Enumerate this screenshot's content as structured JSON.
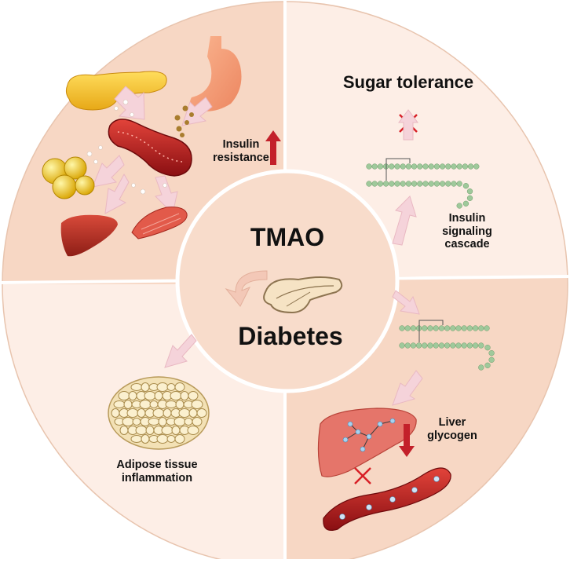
{
  "center": {
    "title": "TMAO",
    "subtitle": "Diabetes"
  },
  "quadrants": {
    "top_left": {
      "label_line1": "Insulin",
      "label_line2": "resistance",
      "arrow_direction": "up",
      "icons": [
        "pancreas-icon",
        "stomach-icon",
        "blood-vessel-icon",
        "fat-cells-icon",
        "liver-icon",
        "muscle-icon"
      ]
    },
    "top_right": {
      "heading": "Sugar tolerance",
      "label_line1": "Insulin",
      "label_line2": "signaling",
      "label_line3": "cascade",
      "blocked": true,
      "icons": [
        "protein-chain-icon",
        "blocked-cross-icon"
      ]
    },
    "bottom_right": {
      "label_line1": "Liver",
      "label_line2": "glycogen",
      "arrow_direction": "down",
      "blocked": true,
      "icons": [
        "protein-chain-icon",
        "liver-icon",
        "blood-vessel-icon",
        "blocked-cross-icon"
      ]
    },
    "bottom_left": {
      "label_line1": "Adipose tissue",
      "label_line2": "inflammation",
      "icons": [
        "adipose-tissue-icon"
      ]
    }
  },
  "colors": {
    "quadrant_light": "#fdeee6",
    "quadrant_dark": "#f7d7c4",
    "center_fill": "#f8dccb",
    "border": "#ffffff",
    "arrow_fill": "#f5d3da",
    "up_down_arrow": "#c3202a",
    "cross": "#d81f26",
    "protein_chain": "#9fc99b"
  }
}
